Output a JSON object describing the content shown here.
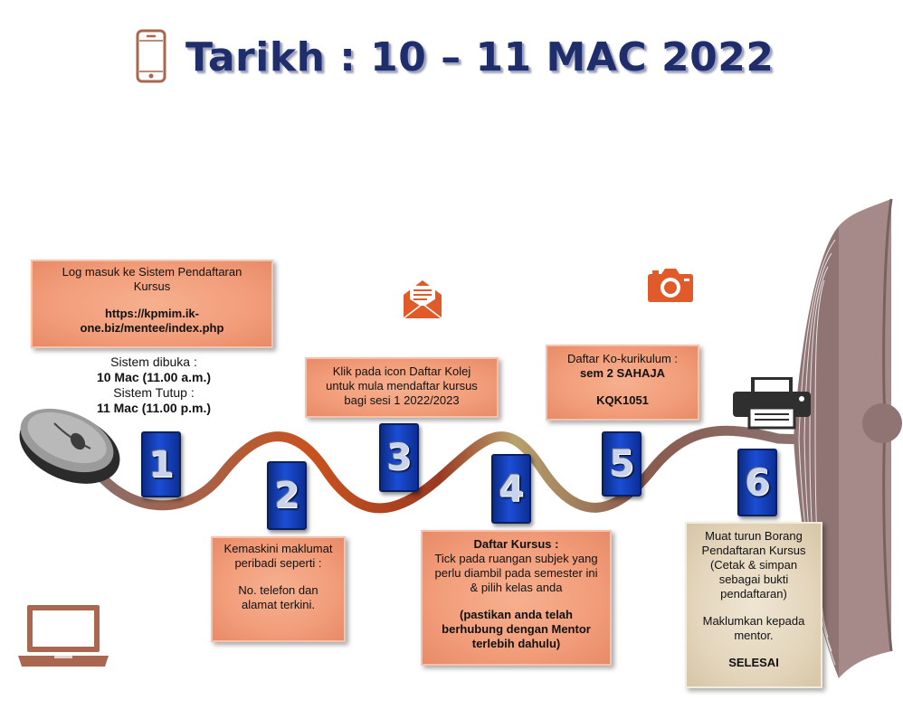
{
  "header": {
    "title": "Tarikh : 10 – 11 MAC 2022"
  },
  "icons": {
    "phone": "phone-icon",
    "mouse": "mouse-icon",
    "laptop": "laptop-icon",
    "envelope": "envelope-icon",
    "camera": "camera-icon",
    "printer": "printer-icon",
    "book": "open-book-icon"
  },
  "colors": {
    "title": "#1f2d6b",
    "salmon": "#f29d7a",
    "beige": "#e4d6bd",
    "number_block": "#1b4ed6",
    "icon": "#e05a2a"
  },
  "steps": [
    {
      "number": "1",
      "box": {
        "line1": "Log masuk ke Sistem Pendaftaran Kursus",
        "link": "https://kpmim.ik-one.biz/mentee/index.php"
      },
      "schedule": {
        "open_label": "Sistem dibuka :",
        "open_value": "10 Mac (11.00 a.m.)",
        "close_label": "Sistem Tutup :",
        "close_value": "11 Mac (11.00 p.m.)"
      }
    },
    {
      "number": "2",
      "text1": "Kemaskini maklumat peribadi seperti :",
      "text2": "No. telefon dan alamat terkini."
    },
    {
      "number": "3",
      "text1": "Klik pada icon Daftar Kolej untuk mula mendaftar kursus bagi sesi 1 2022/2023"
    },
    {
      "number": "4",
      "heading": "Daftar Kursus :",
      "text1": "Tick pada ruangan subjek yang perlu diambil pada semester ini & pilih kelas anda",
      "note": "(pastikan anda telah berhubung dengan Mentor terlebih dahulu)"
    },
    {
      "number": "5",
      "text1": "Daftar Ko-kurikulum :",
      "bold1": "sem 2 SAHAJA",
      "bold2": "KQK1051"
    },
    {
      "number": "6",
      "text1": "Muat turun Borang Pendaftaran Kursus (Cetak & simpan sebagai bukti pendaftaran)",
      "text2": "Maklumkan kepada mentor.",
      "final": "SELESAI"
    }
  ]
}
